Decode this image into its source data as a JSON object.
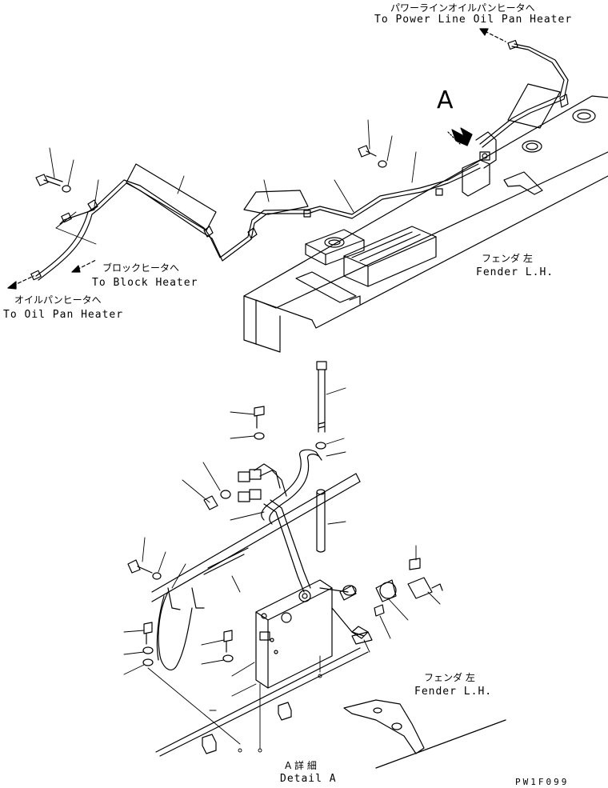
{
  "labels": {
    "power_line_jp": "パワーラインオイルパンヒータへ",
    "power_line_en": "To Power Line Oil Pan Heater",
    "view_a": "A",
    "block_heater_jp": "ブロックヒータへ",
    "block_heater_en": "To Block Heater",
    "oil_pan_jp": "オイルパンヒータへ",
    "oil_pan_en": "To Oil Pan Heater",
    "fender_top_jp": "フェンダ 左",
    "fender_top_en": "Fender L.H.",
    "fender_bottom_jp": "フェンダ 左",
    "fender_bottom_en": "Fender L.H.",
    "detail_jp": "A 詳 細",
    "detail_en": "Detail A",
    "drawing_id": "PW1F099"
  }
}
